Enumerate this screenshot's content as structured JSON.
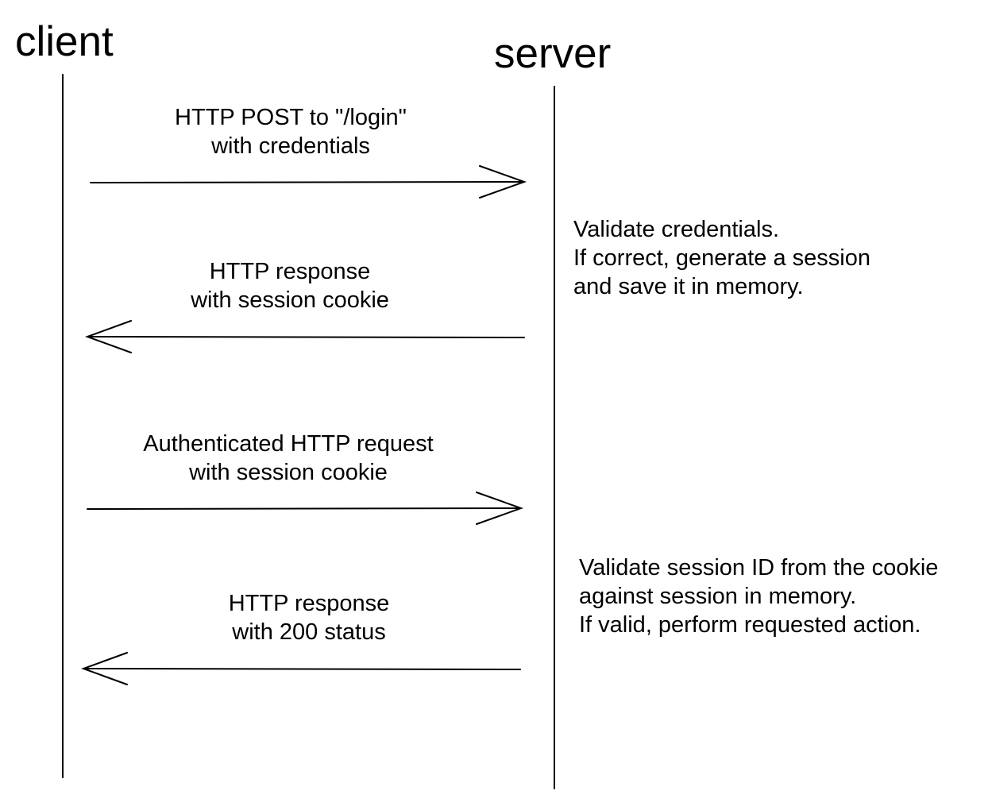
{
  "lifelines": {
    "client": "client",
    "server": "server"
  },
  "messages": [
    {
      "direction": "to-server",
      "lines": [
        "HTTP POST to \"/login\"",
        "with credentials"
      ]
    },
    {
      "direction": "to-client",
      "lines": [
        "HTTP response",
        "with session cookie"
      ]
    },
    {
      "direction": "to-server",
      "lines": [
        "Authenticated HTTP request",
        "with session cookie"
      ]
    },
    {
      "direction": "to-client",
      "lines": [
        "HTTP response",
        "with 200 status"
      ]
    }
  ],
  "notes": [
    {
      "lines": [
        "Validate credentials.",
        "If correct, generate a session",
        "and save it in memory."
      ]
    },
    {
      "lines": [
        "Validate session ID from the cookie",
        "against session in memory.",
        "If valid, perform requested action."
      ]
    }
  ]
}
